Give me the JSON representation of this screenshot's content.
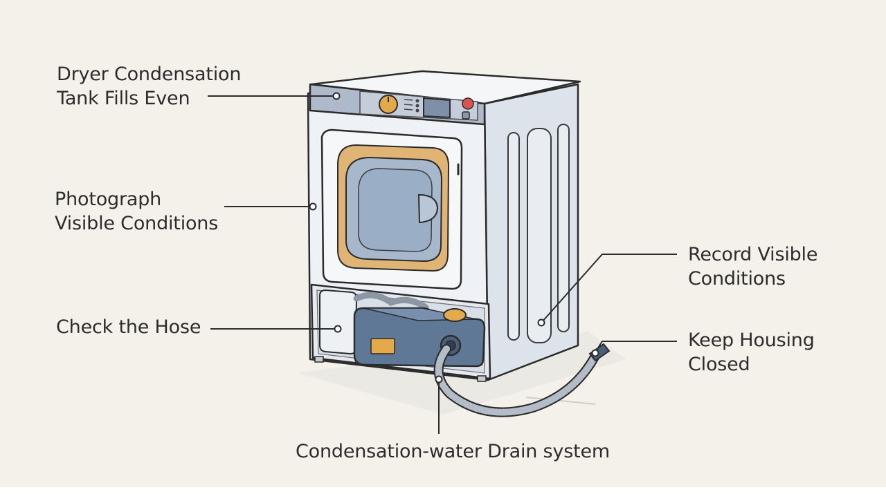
{
  "labels": {
    "tank": [
      "Dryer Condensation",
      "Tank Fills Even"
    ],
    "photograph": [
      "Photograph",
      "Visible Conditions"
    ],
    "hose": [
      "Check the Hose"
    ],
    "record": [
      "Record Visible",
      "Conditions"
    ],
    "housing": [
      "Keep Housing",
      "Closed"
    ],
    "drain": [
      "Condensation-water Drain system"
    ]
  },
  "colors": {
    "background": "#f3f1ea",
    "line": "#2b2b2b",
    "cabinet": "#e9edf2",
    "panel": "#aebacb",
    "reservoir": "#5f7896",
    "door_ring": "#e0b474",
    "knob": "#e4a94a",
    "power_button": "#d9534f"
  }
}
